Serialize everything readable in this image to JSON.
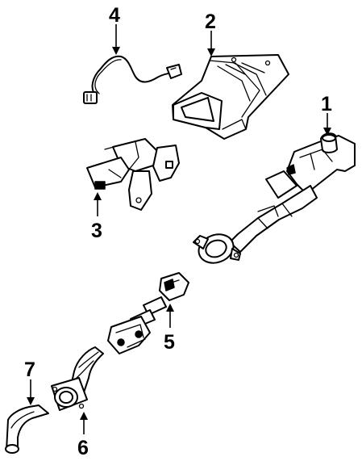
{
  "callouts": {
    "c1": "1",
    "c2": "2",
    "c3": "3",
    "c4": "4",
    "c5": "5",
    "c6": "6",
    "c7": "7"
  },
  "colors": {
    "ink": "#000000",
    "paper": "#ffffff"
  },
  "icons": [
    "arrow-head-icon"
  ]
}
